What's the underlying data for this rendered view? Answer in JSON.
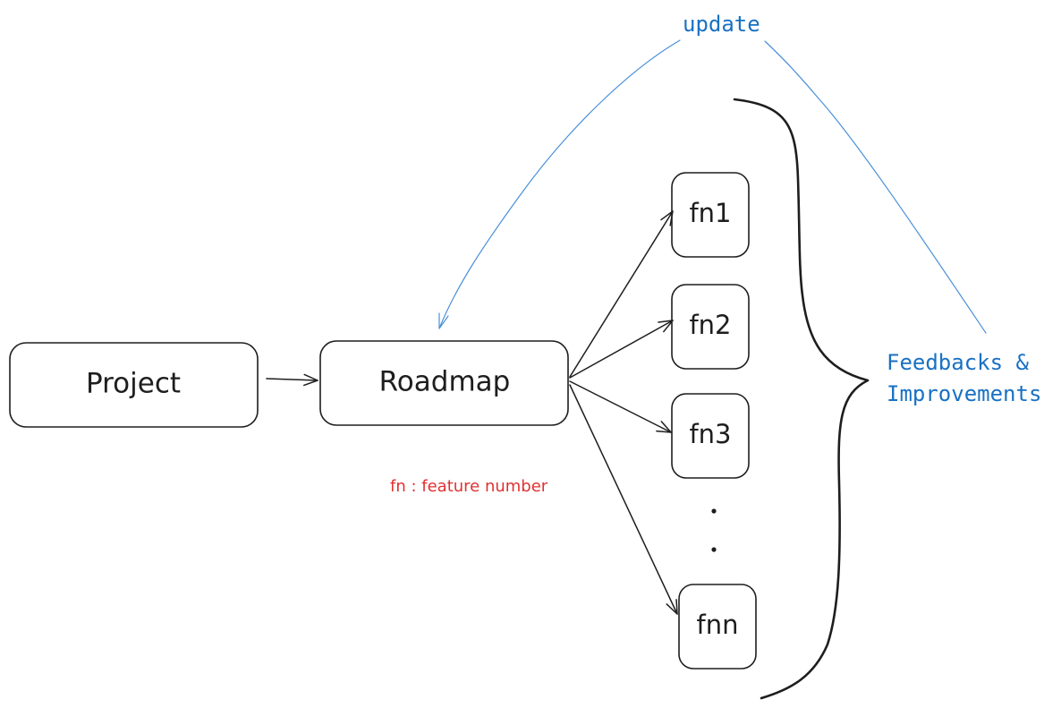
{
  "nodes": {
    "project": "Project",
    "roadmap": "Roadmap",
    "features": [
      "fn1",
      "fn2",
      "fn3",
      "fnn"
    ]
  },
  "labels": {
    "update": "update",
    "feedback_line1": "Feedbacks &",
    "feedback_line2": "Improvements",
    "legend": "fn : feature number"
  },
  "colors": {
    "stroke": "#1e1e1e",
    "feedback_blue": "#1971c2",
    "legend_red": "#e03131"
  }
}
